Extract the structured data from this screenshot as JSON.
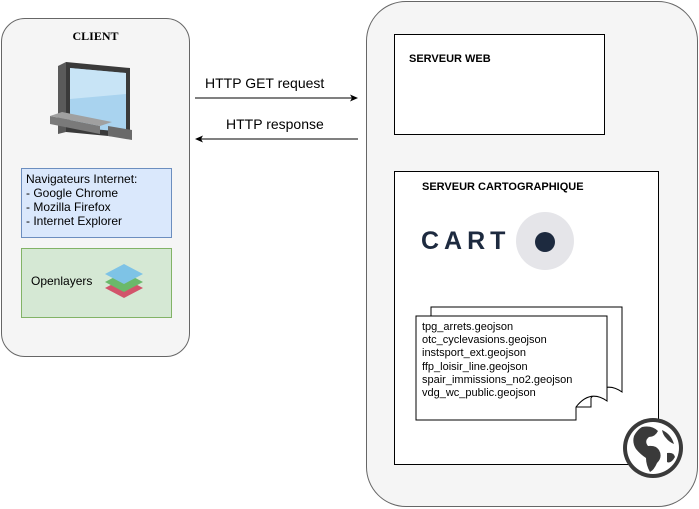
{
  "client": {
    "title": "CLIENT",
    "browsers": {
      "heading": "Navigateurs Internet:",
      "items": [
        "- Google Chrome",
        "- Mozilla Firefox",
        "- Internet Explorer"
      ]
    },
    "library": "Openlayers"
  },
  "arrows": {
    "request": "HTTP GET request",
    "response": "HTTP response"
  },
  "server": {
    "web_title": "SERVEUR WEB",
    "carto_title": "SERVEUR CARTOGRAPHIQUE",
    "carto_logo": "CART",
    "files": [
      "tpg_arrets.geojson",
      "otc_cyclevasions.geojson",
      "instsport_ext.geojson",
      "ffp_loisir_line.geojson",
      "spair_immissions_no2.geojson",
      "vdg_wc_public.geojson"
    ]
  },
  "colors": {
    "container_fill": "#f5f5f5",
    "container_stroke": "#666666",
    "browsers_fill": "#dae8fc",
    "browsers_stroke": "#6c8ebf",
    "openlayers_fill": "#d5e8d4",
    "openlayers_stroke": "#82b366",
    "carto_navy": "#1d2a3f"
  },
  "icons": [
    "desktop-monitor-icon",
    "layers-icon",
    "carto-logo",
    "document-stack-icon",
    "globe-icon"
  ]
}
